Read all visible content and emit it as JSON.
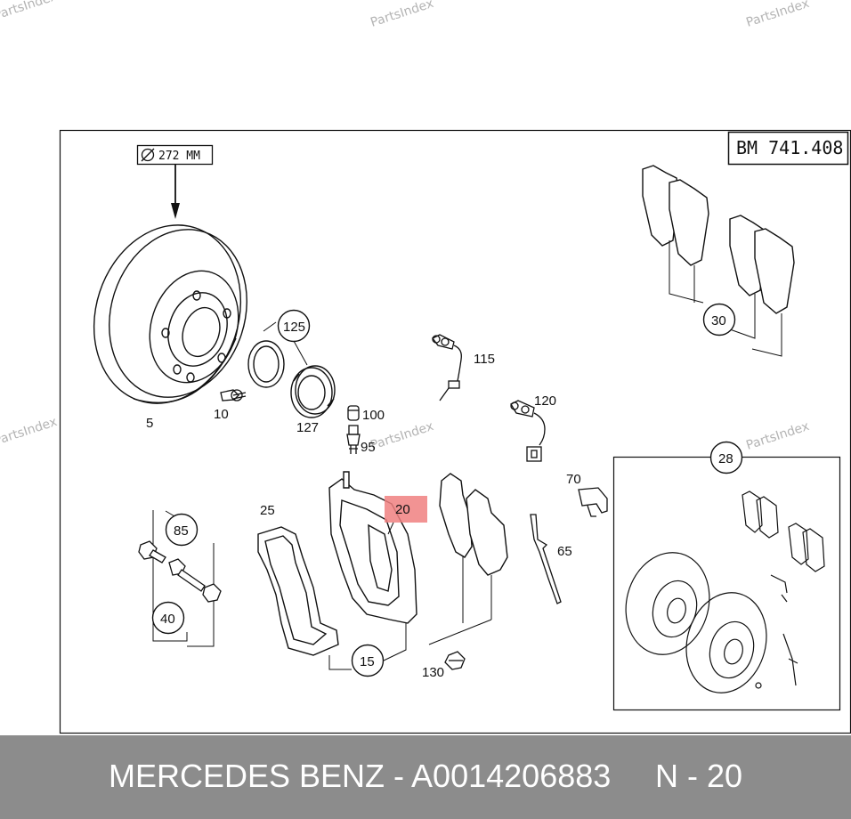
{
  "watermark": "PartsIndex",
  "diagram": {
    "reference_code": "BM 741.408",
    "dimension_label": "272 MM",
    "part_numbers": {
      "p5": "5",
      "p10": "10",
      "p125": "125",
      "p127": "127",
      "p100": "100",
      "p95": "95",
      "p115": "115",
      "p120": "120",
      "p30": "30",
      "p28": "28",
      "p70": "70",
      "p65": "65",
      "p25": "25",
      "p20": "20",
      "p85": "85",
      "p40": "40",
      "p15": "15",
      "p130": "130"
    },
    "highlight_color": "#f08080"
  },
  "footer": {
    "brand_part": "MERCEDES BENZ - A0014206883",
    "position_label": "N - 20"
  }
}
